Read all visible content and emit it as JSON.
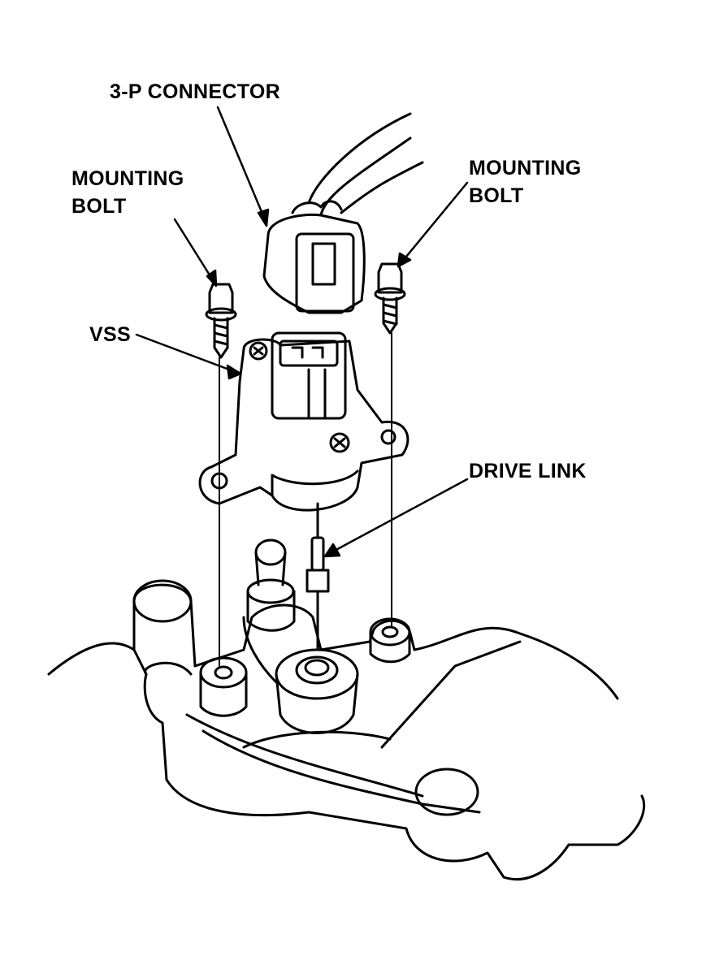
{
  "labels": {
    "connector": "3-P CONNECTOR",
    "left_bolt_line1": "MOUNTING",
    "left_bolt_line2": "BOLT",
    "right_bolt_line1": "MOUNTING",
    "right_bolt_line2": "BOLT",
    "vss": "VSS",
    "drive_link": "DRIVE LINK"
  },
  "colors": {
    "line": "#000000",
    "background": "#ffffff"
  }
}
